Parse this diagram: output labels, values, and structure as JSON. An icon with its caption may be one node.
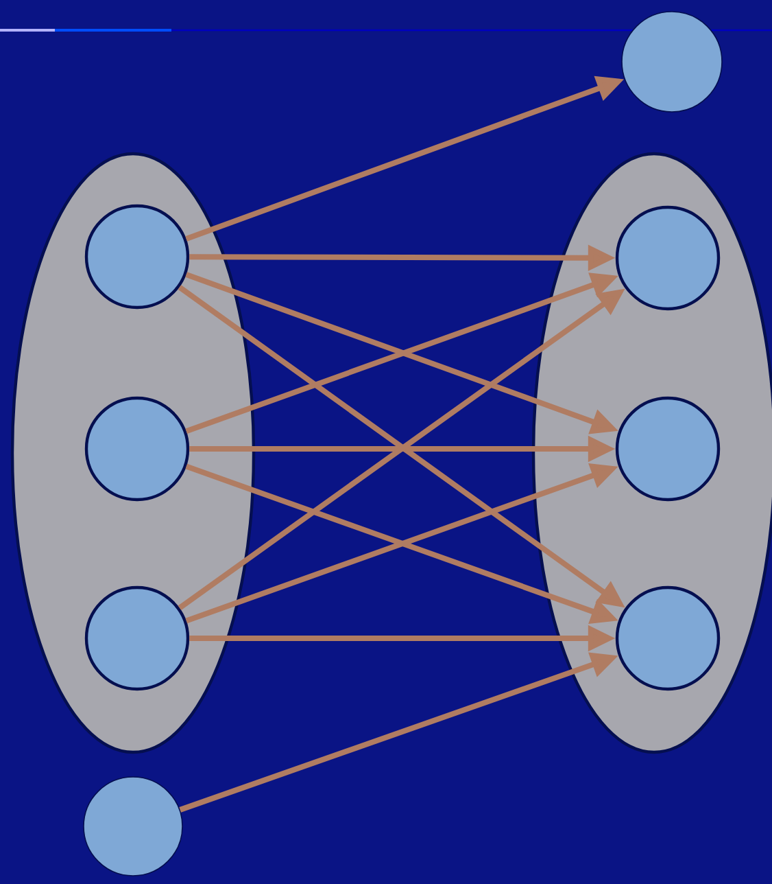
{
  "diagram": {
    "nodes": [
      {
        "text": [],
        "shape": "circle"
      },
      {
        "text": [],
        "shape": "ellipse"
      },
      {
        "text": [],
        "shape": "circle",
        "in": 1
      },
      {
        "text": [],
        "shape": "circle",
        "in": 1
      },
      {
        "text": [],
        "shape": "circle",
        "in": 1
      },
      {
        "text": [],
        "shape": "ellipse"
      },
      {
        "text": [],
        "shape": "circle",
        "in": 5
      },
      {
        "text": [],
        "shape": "circle",
        "in": 5
      },
      {
        "text": [],
        "shape": "circle",
        "in": 5
      },
      {
        "text": [],
        "shape": "circle"
      }
    ],
    "edges": [
      {
        "from": 2,
        "to": 0,
        "arrow": "to"
      },
      {
        "from": 2,
        "to": 6,
        "arrow": "to"
      },
      {
        "from": 2,
        "to": 7,
        "arrow": "to"
      },
      {
        "from": 2,
        "to": 8,
        "arrow": "to"
      },
      {
        "from": 3,
        "to": 6,
        "arrow": "to"
      },
      {
        "from": 3,
        "to": 7,
        "arrow": "to"
      },
      {
        "from": 3,
        "to": 8,
        "arrow": "to"
      },
      {
        "from": 4,
        "to": 6,
        "arrow": "to"
      },
      {
        "from": 4,
        "to": 7,
        "arrow": "to"
      },
      {
        "from": 4,
        "to": 8,
        "arrow": "to"
      },
      {
        "from": 9,
        "to": 8,
        "arrow": "to"
      }
    ]
  }
}
